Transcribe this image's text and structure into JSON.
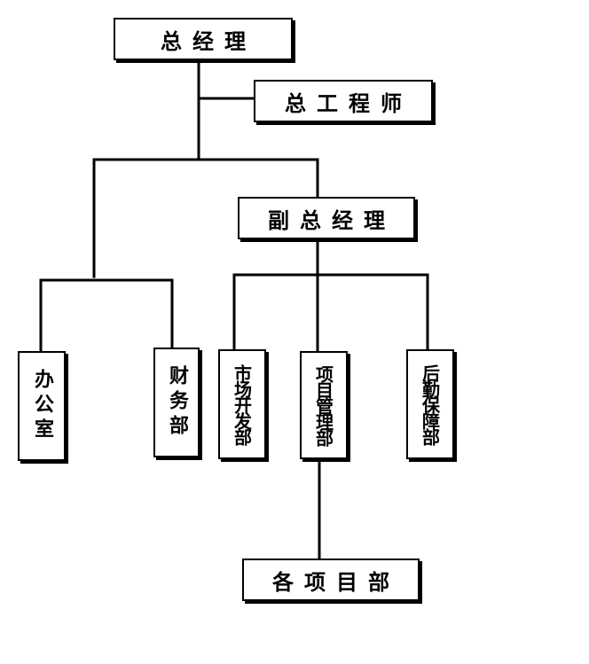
{
  "chart": {
    "ceo": "总经理",
    "chief_engineer": "总工程师",
    "deputy_gm": "副总经理",
    "office": "办公室",
    "finance": "财务部",
    "market": "市场开发部",
    "project_mgmt": "项目管理部",
    "logistics": "后勤保障部",
    "project_depts": "各项目部"
  }
}
